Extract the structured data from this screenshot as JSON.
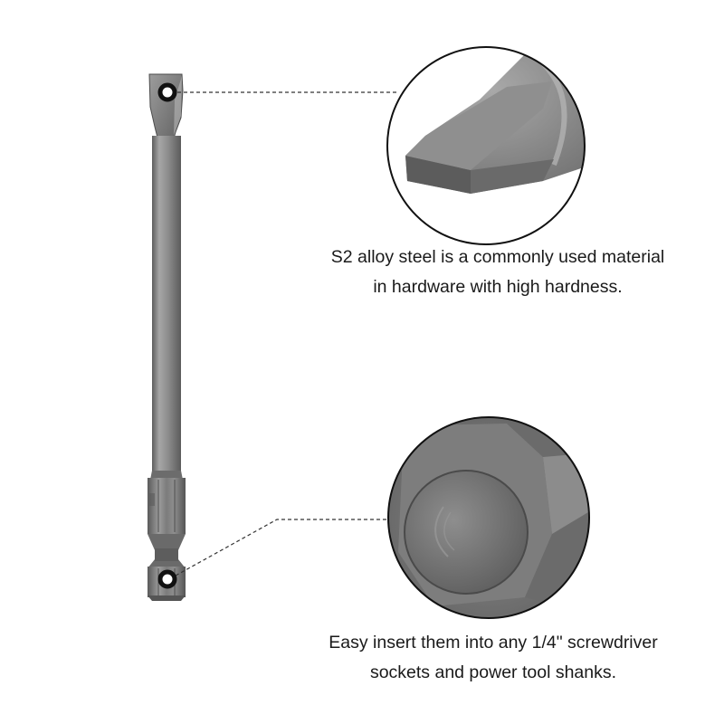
{
  "product": {
    "name": "screwdriver-bit-slotted-hex-shank",
    "colors": {
      "background": "#ffffff",
      "steel_light": "#9a9a9a",
      "steel_mid": "#7a7a7a",
      "steel_dark": "#4e4e4e",
      "callout_line": "#333333"
    }
  },
  "callouts": [
    {
      "feature": "slotted-tip",
      "lines": [
        "S2 alloy steel is a commonly used material",
        "in hardware with high hardness."
      ]
    },
    {
      "feature": "hex-shank-end",
      "lines": [
        "Easy insert them into any 1/4\" screwdriver",
        "sockets and power tool shanks."
      ]
    }
  ]
}
